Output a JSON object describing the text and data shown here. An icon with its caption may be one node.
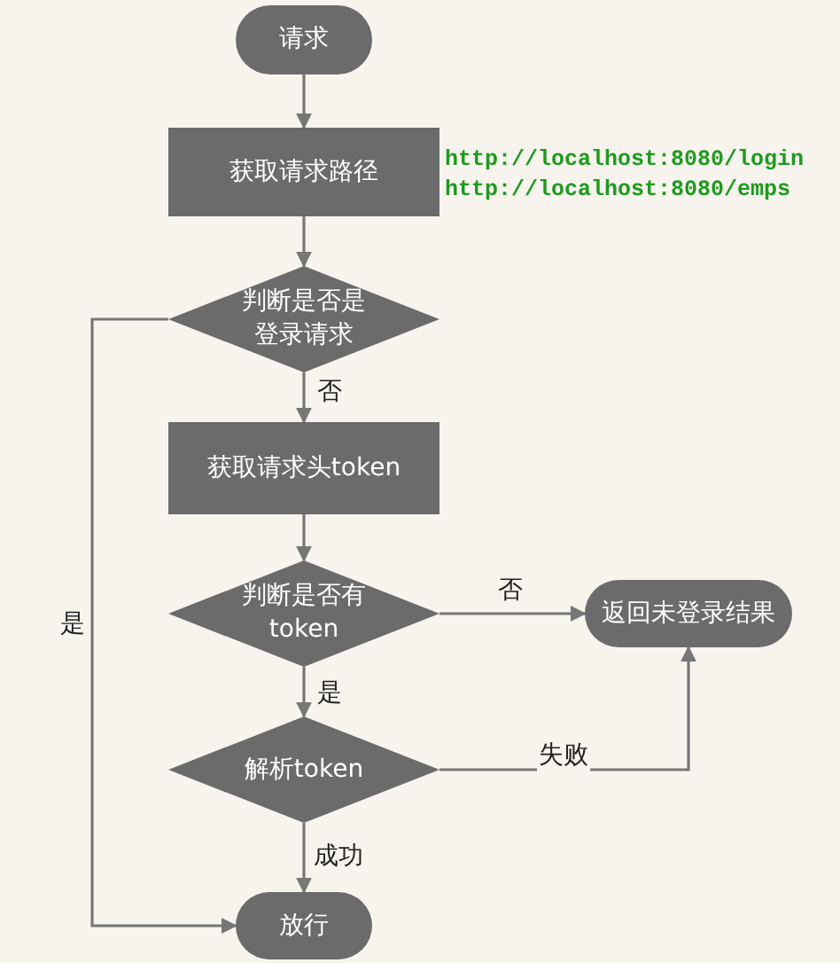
{
  "diagram": {
    "nodes": [
      {
        "text": [
          "请求"
        ]
      },
      {
        "text": [
          "获取请求路径"
        ]
      },
      {
        "text": [
          "判断是否是登录请求"
        ]
      },
      {
        "text": [
          "获取请求头token"
        ]
      },
      {
        "text": [
          "判断是否有token"
        ]
      },
      {
        "text": [
          "返回未登录结果"
        ]
      },
      {
        "text": [
          "解析token"
        ]
      },
      {
        "text": [
          "放行"
        ]
      }
    ],
    "edges": [
      {
        "from": 0,
        "to": 1,
        "arrow": "to"
      },
      {
        "from": 1,
        "to": 2,
        "arrow": "to"
      },
      {
        "from": 2,
        "to": 3,
        "arrow": "to",
        "label": "否"
      },
      {
        "from": 2,
        "to": 7,
        "arrow": "to",
        "label": "是"
      },
      {
        "from": 3,
        "to": 4,
        "arrow": "to"
      },
      {
        "from": 4,
        "to": 5,
        "arrow": "to",
        "label": "否"
      },
      {
        "from": 4,
        "to": 6,
        "arrow": "to",
        "label": "是"
      },
      {
        "from": 6,
        "to": 5,
        "arrow": "to",
        "label": "失败"
      },
      {
        "from": 6,
        "to": 7,
        "arrow": "to",
        "label": "成功"
      }
    ],
    "labels": [
      "http://localhost:8080/login",
      "http://localhost:8080/emps"
    ]
  }
}
